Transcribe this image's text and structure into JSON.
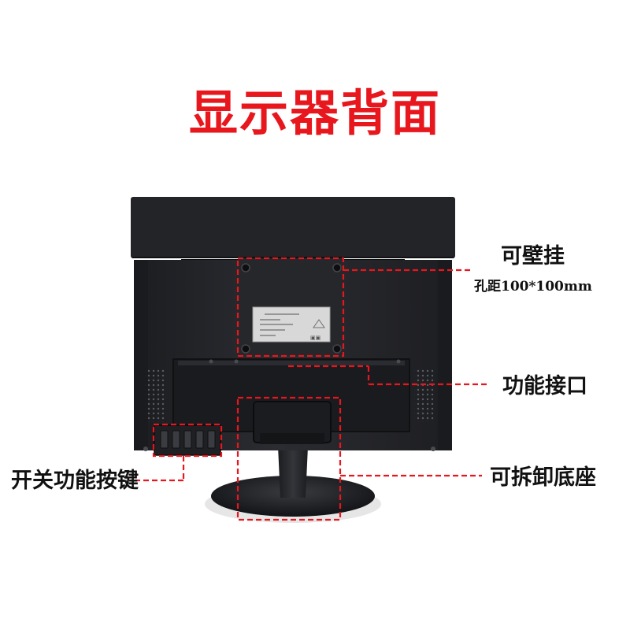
{
  "title": "显示器背面",
  "labels": {
    "wall_mount": "可壁挂",
    "hole_spacing": "孔距100*100mm",
    "ports": "功能接口",
    "buttons": "开关功能按键",
    "stand": "可拆卸底座"
  },
  "colors": {
    "title": "#e8171d",
    "dash": "#e8171d",
    "text": "#111111",
    "monitor": "#25262a",
    "background": "#ffffff"
  },
  "icons": {
    "speaker_left": "speaker-grille-icon",
    "speaker_right": "speaker-grille-icon",
    "vesa_holes": "screw-hole-icon"
  }
}
